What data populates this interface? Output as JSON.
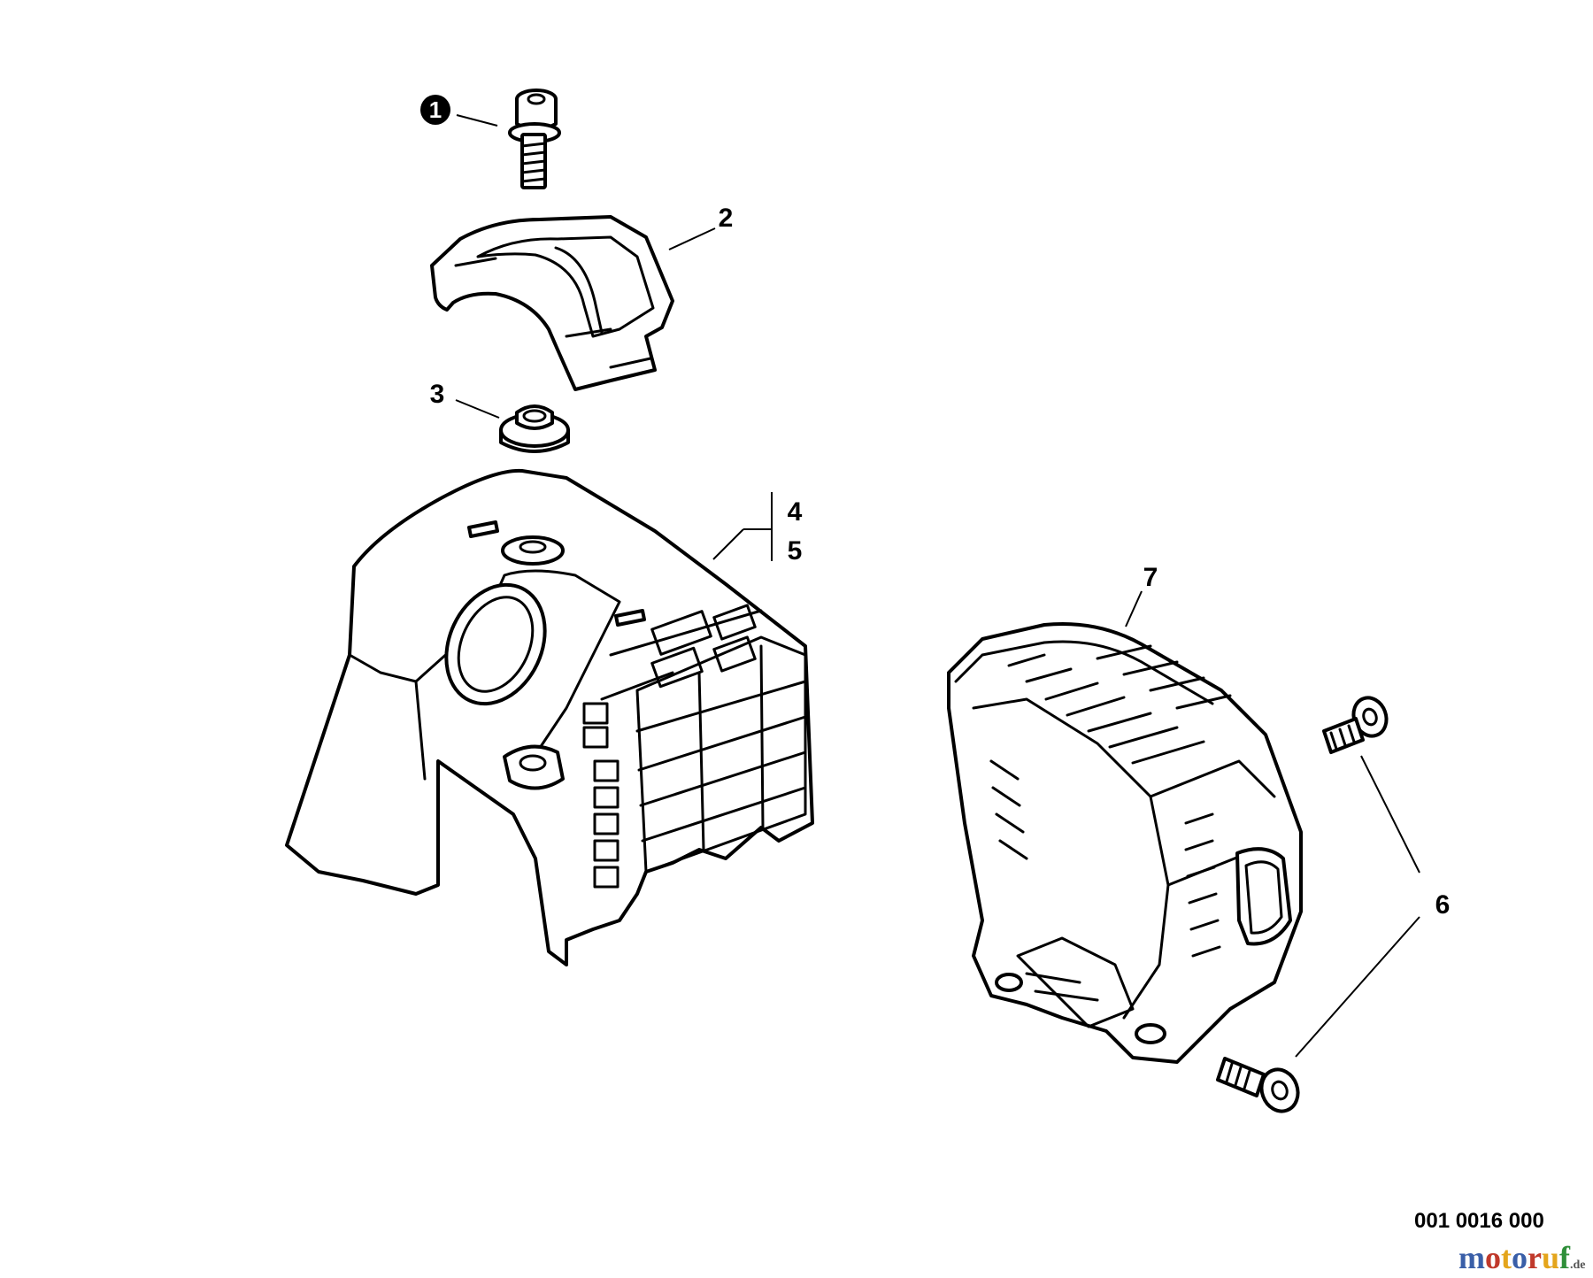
{
  "callouts": {
    "c1": "1",
    "c2": "2",
    "c3": "3",
    "c4": "4",
    "c5": "5",
    "c6": "6",
    "c7": "7"
  },
  "diagram_code": "001 0016 000",
  "watermark": {
    "text": "motoruf",
    "tld": ".de",
    "colors": [
      "#3a5fa8",
      "#c0392b",
      "#e4a51c",
      "#2f8f3a"
    ]
  }
}
